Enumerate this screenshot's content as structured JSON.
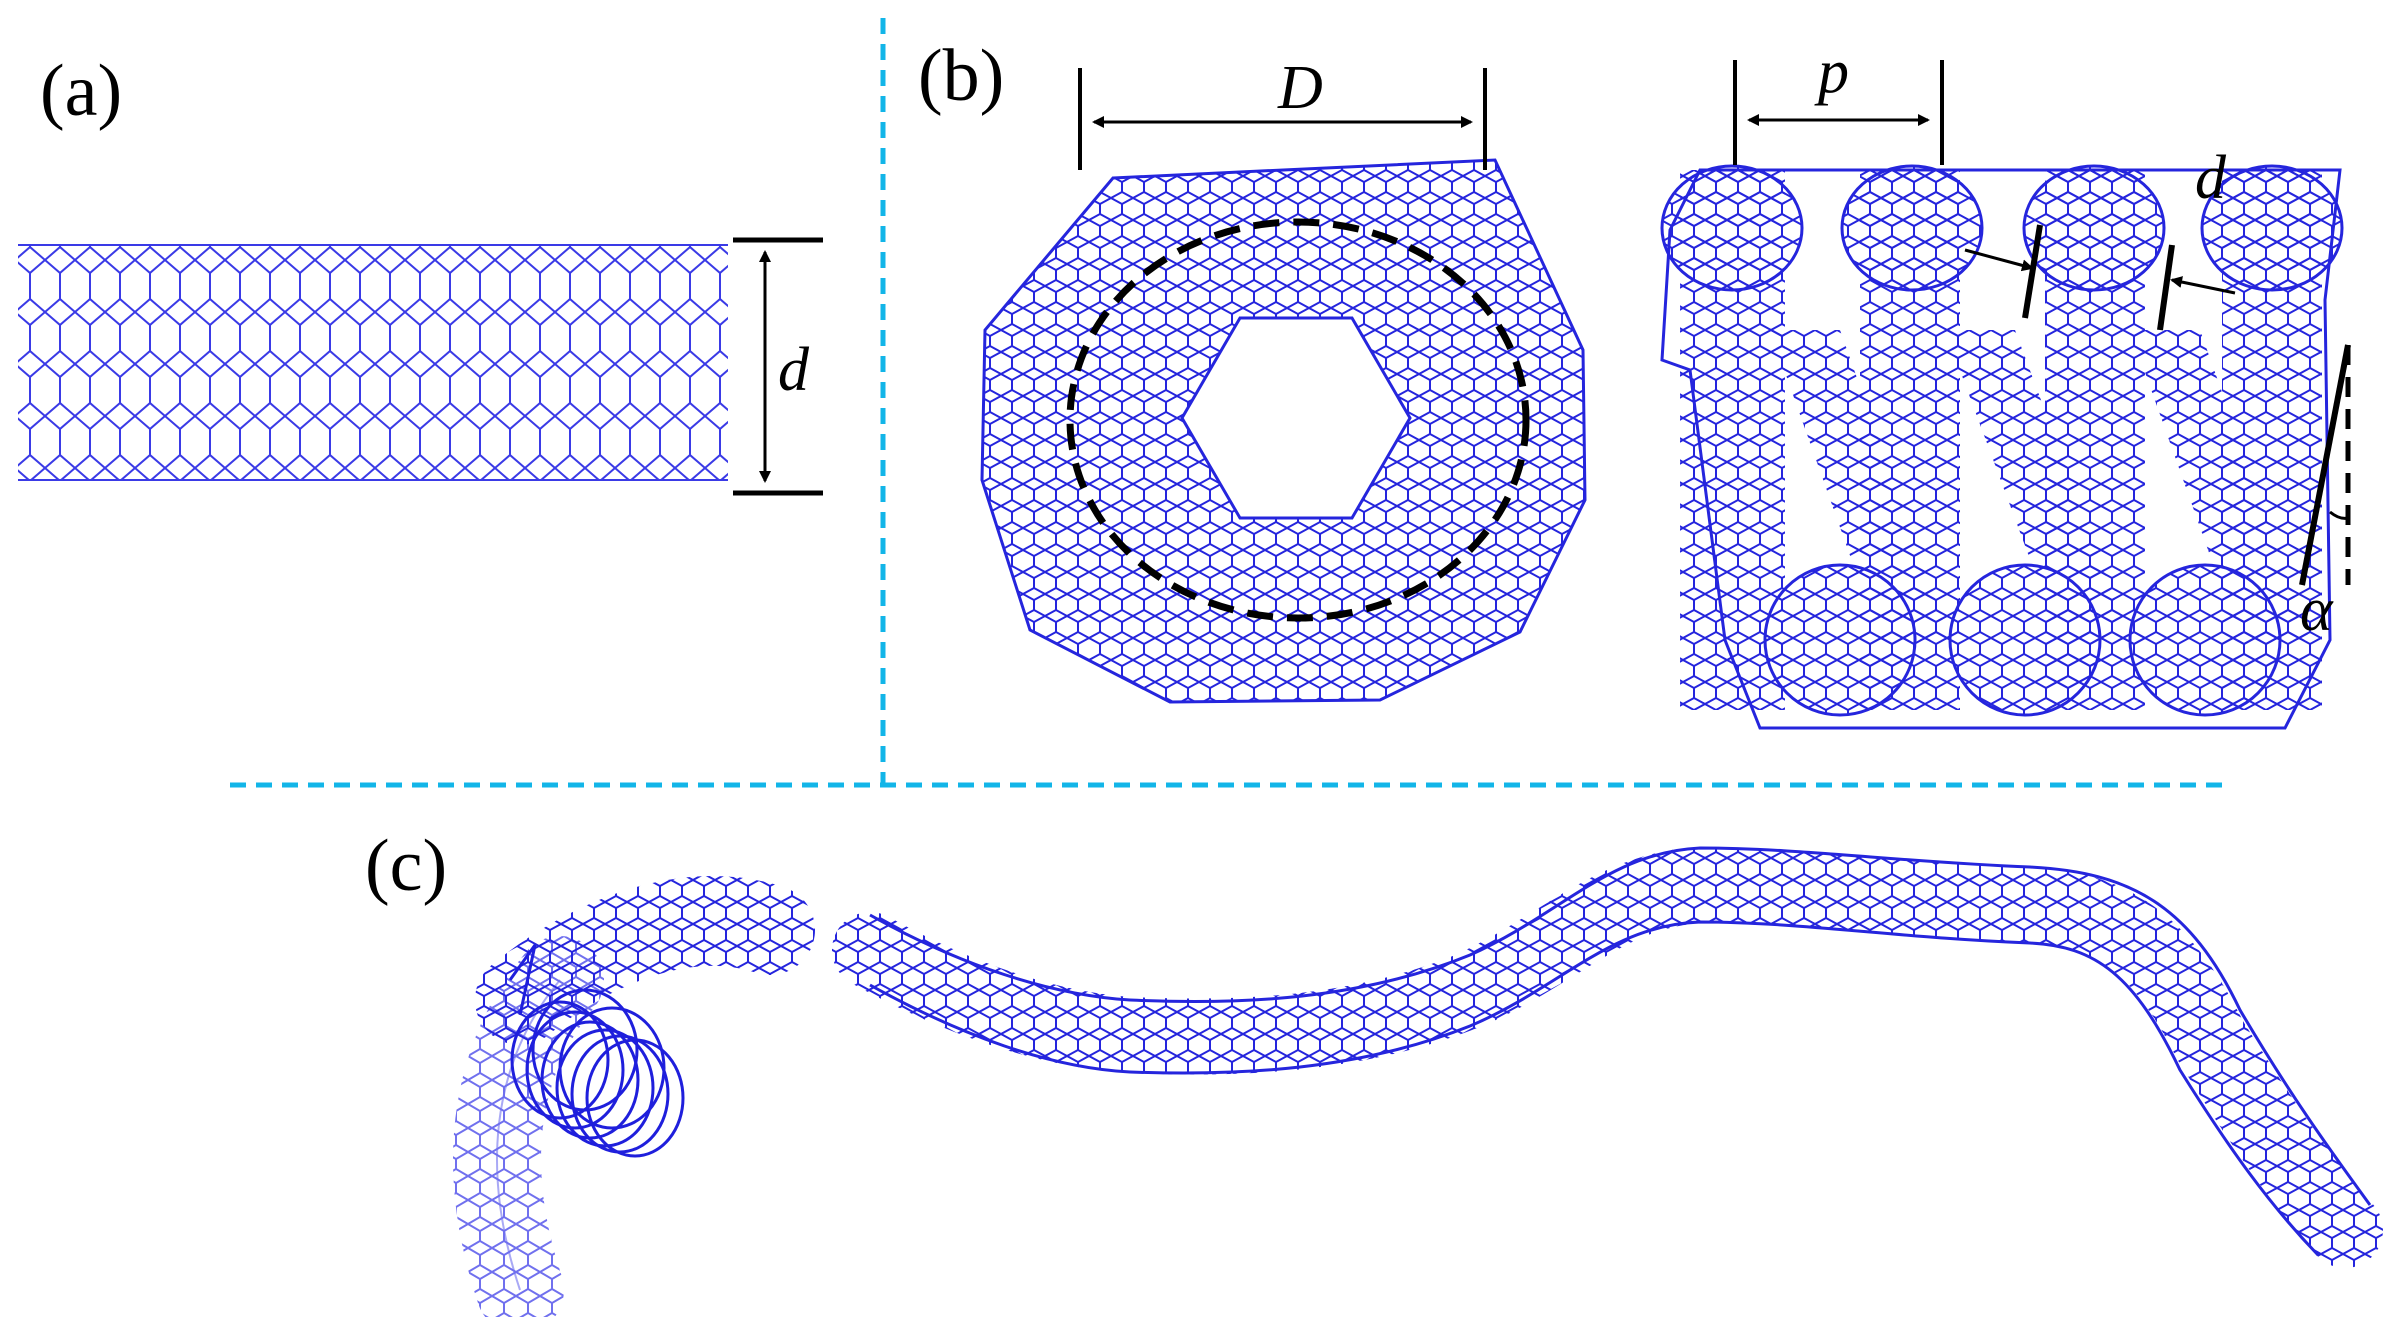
{
  "figure": {
    "panels": [
      {
        "id": "a",
        "label": "(a)",
        "annotations": [
          "d"
        ]
      },
      {
        "id": "b",
        "label": "(b)",
        "annotations": [
          "D",
          "p",
          "d",
          "α"
        ]
      },
      {
        "id": "c",
        "label": "(c)",
        "annotations": []
      }
    ]
  },
  "colors": {
    "lattice": "#1f1fdc",
    "lattice_light": "#6b6bf0",
    "annotation": "#000000",
    "divider": "#12b5e8"
  }
}
